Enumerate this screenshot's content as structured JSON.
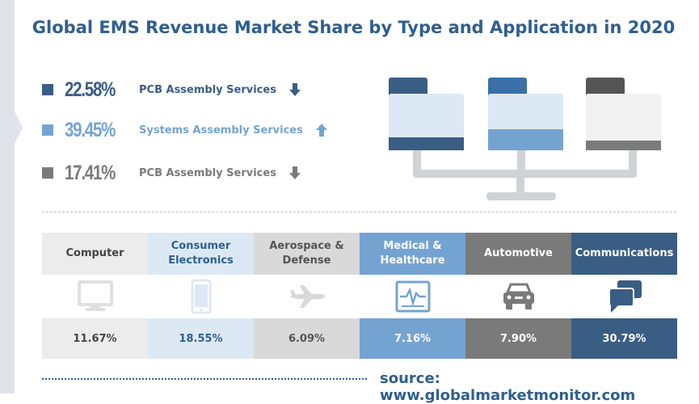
{
  "title": "Global EMS Revenue Market Share by Type and Application in 2020",
  "source": "source: www.globalmarketmonitor.com",
  "colors": {
    "dark_blue": "#3a5d84",
    "mid_blue": "#75a3d1",
    "light_blue": "#dce9f5",
    "gray": "#7a7a7a",
    "light_gray": "#d9d9d9",
    "pale_gray": "#ececec",
    "title_blue": "#2f5f8f"
  },
  "chart_data": [
    {
      "type": "table",
      "title": "",
      "categories": [
        "PCB Assembly Services",
        "Systems Assembly Services",
        "PCB Assembly Services"
      ],
      "values": [
        22.58,
        39.45,
        17.41
      ],
      "display": [
        "22.58%",
        "39.45%",
        "17.41%"
      ],
      "trend": [
        "down",
        "up",
        "down"
      ],
      "colors": [
        "#3a5d84",
        "#75a3d1",
        "#7a7a7a"
      ]
    },
    {
      "type": "table",
      "title": "",
      "categories": [
        "Computer",
        "Consumer Electronics",
        "Aerospace & Defense",
        "Medical & Healthcare",
        "Automotive",
        "Communications"
      ],
      "values": [
        11.67,
        18.55,
        6.09,
        7.16,
        7.9,
        30.79
      ],
      "display": [
        "11.67%",
        "18.55%",
        "6.09%",
        "7.16%",
        "7.90%",
        "30.79%"
      ],
      "icons": [
        "monitor-icon",
        "smartphone-icon",
        "airplane-icon",
        "heart-monitor-icon",
        "car-icon",
        "chat-bubbles-icon"
      ]
    }
  ],
  "types": [
    {
      "value": "22.58%",
      "label": "PCB Assembly Services",
      "trend": "down"
    },
    {
      "value": "39.45%",
      "label": "Systems Assembly Services",
      "trend": "up"
    },
    {
      "value": "17.41%",
      "label": "PCB Assembly Services",
      "trend": "down"
    }
  ],
  "applications": [
    {
      "header_line1": "Computer",
      "header_line2": "",
      "value": "11.67%"
    },
    {
      "header_line1": "Consumer",
      "header_line2": "Electronics",
      "value": "18.55%"
    },
    {
      "header_line1": "Aerospace &",
      "header_line2": "Defense",
      "value": "6.09%"
    },
    {
      "header_line1": "Medical &",
      "header_line2": "Healthcare",
      "value": "7.16%"
    },
    {
      "header_line1": "Automotive",
      "header_line2": "",
      "value": "7.90%"
    },
    {
      "header_line1": "Communications",
      "header_line2": "",
      "value": "30.79%"
    }
  ]
}
